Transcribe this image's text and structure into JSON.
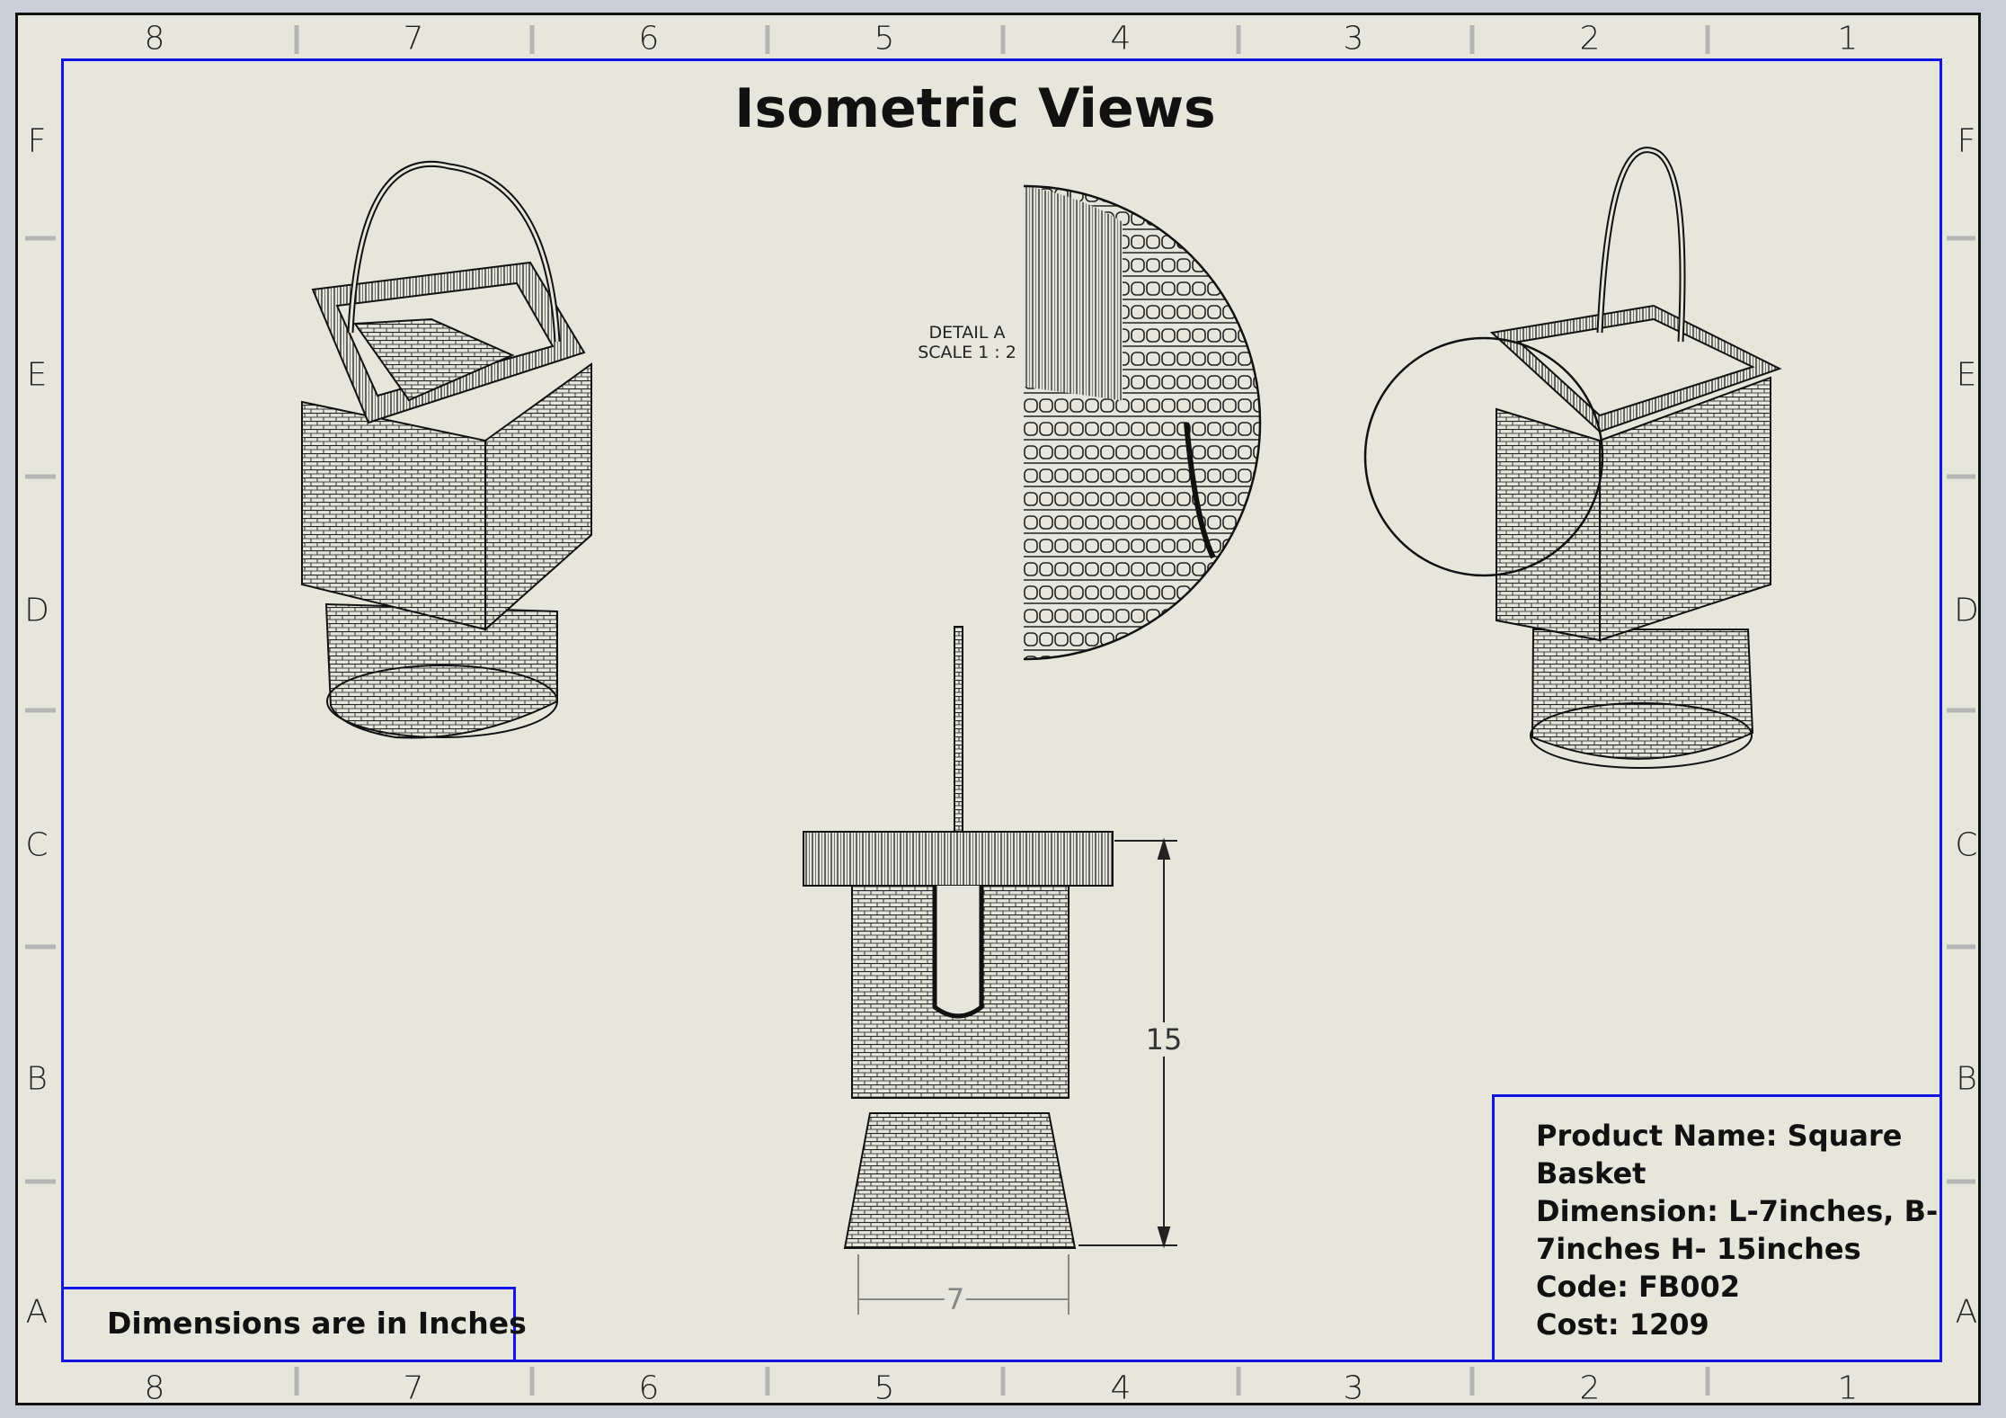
{
  "sheet": {
    "title": "Isometric Views",
    "columns_top": [
      "8",
      "7",
      "6",
      "5",
      "4",
      "3",
      "2",
      "1"
    ],
    "columns_bottom": [
      "8",
      "7",
      "6",
      "5",
      "4",
      "3",
      "2",
      "1"
    ],
    "rows_left": [
      "F",
      "E",
      "D",
      "C",
      "B",
      "A"
    ],
    "rows_right": [
      "F",
      "E",
      "D",
      "C",
      "B",
      "A"
    ],
    "note": "Dimensions are in Inches"
  },
  "detail": {
    "line1": "DETAIL A",
    "line2": "SCALE 1 : 2"
  },
  "dimensions": {
    "height": "15",
    "width": "7"
  },
  "title_block": {
    "lines": [
      "Product Name: Square",
      "Basket",
      "Dimension: L-7inches, B-",
      "7inches H- 15inches",
      "Code: FB002",
      "Cost: 1209"
    ]
  },
  "colors": {
    "border_blue": "#1414e6",
    "paper": "#e6e6dc"
  }
}
